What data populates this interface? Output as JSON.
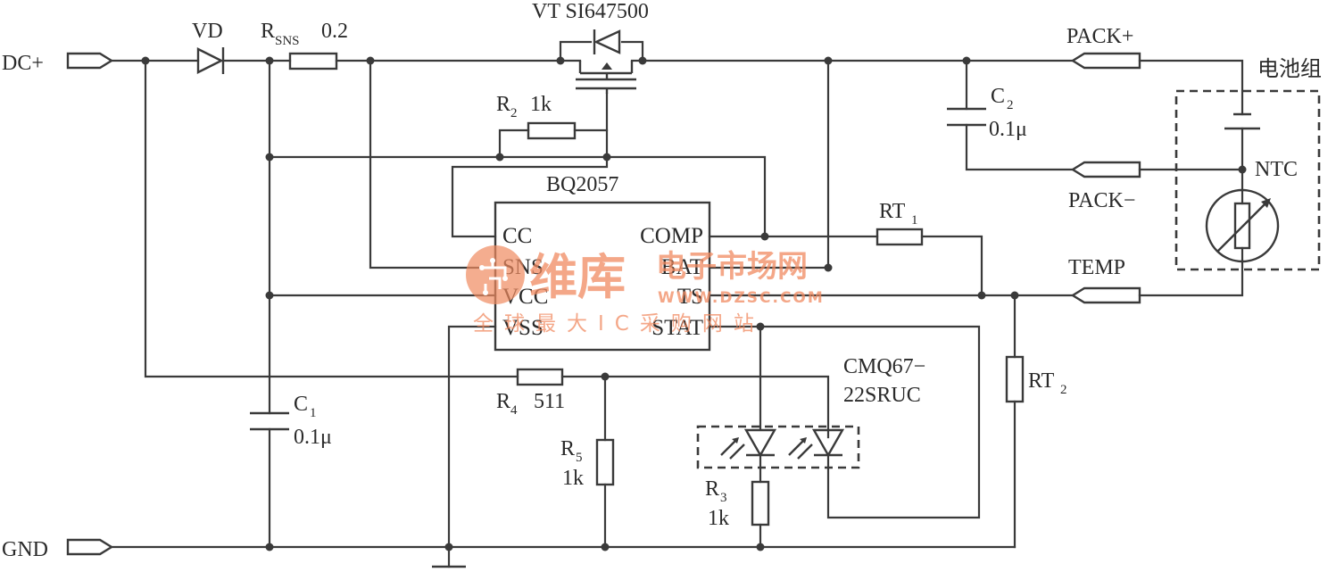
{
  "terminals": {
    "dc_plus": "DC+",
    "gnd": "GND",
    "pack_plus": "PACK+",
    "pack_minus": "PACK−",
    "temp": "TEMP"
  },
  "components": {
    "vd": "VD",
    "rsns_main": "R",
    "rsns_sub": "SNS",
    "rsns_value": "0.2",
    "vt": "VT SI647500",
    "r2_main": "R",
    "r2_sub": "2",
    "r2_value": "1k",
    "c2_main": "C",
    "c2_sub": "2",
    "c2_value": "0.1μ",
    "c1_main": "C",
    "c1_sub": "1",
    "c1_value": "0.1μ",
    "rt1_main": "RT",
    "rt1_sub": "1",
    "rt2_main": "RT",
    "rt2_sub": "2",
    "r4_main": "R",
    "r4_sub": "4",
    "r4_value": "511",
    "r5_main": "R",
    "r5_sub": "5",
    "r5_value": "1k",
    "r3_main": "R",
    "r3_sub": "3",
    "r3_value": "1k",
    "led_part_line1": "CMQ67−",
    "led_part_line2": "22SRUC",
    "battery_pack": "电池组",
    "ntc": "NTC"
  },
  "ic": {
    "name": "BQ2057",
    "pins_left": [
      "CC",
      "SNS",
      "VCC",
      "VSS"
    ],
    "pins_right": [
      "COMP",
      "BAT",
      "TS",
      "STAT"
    ]
  },
  "watermark": {
    "brand": "维库",
    "tagline": "电子市场网",
    "url": "WWW.DZSC.COM",
    "slogan": "全球最大IC采购网站"
  },
  "colors": {
    "line": "#3a3a3a",
    "watermark": "#f08a60"
  }
}
